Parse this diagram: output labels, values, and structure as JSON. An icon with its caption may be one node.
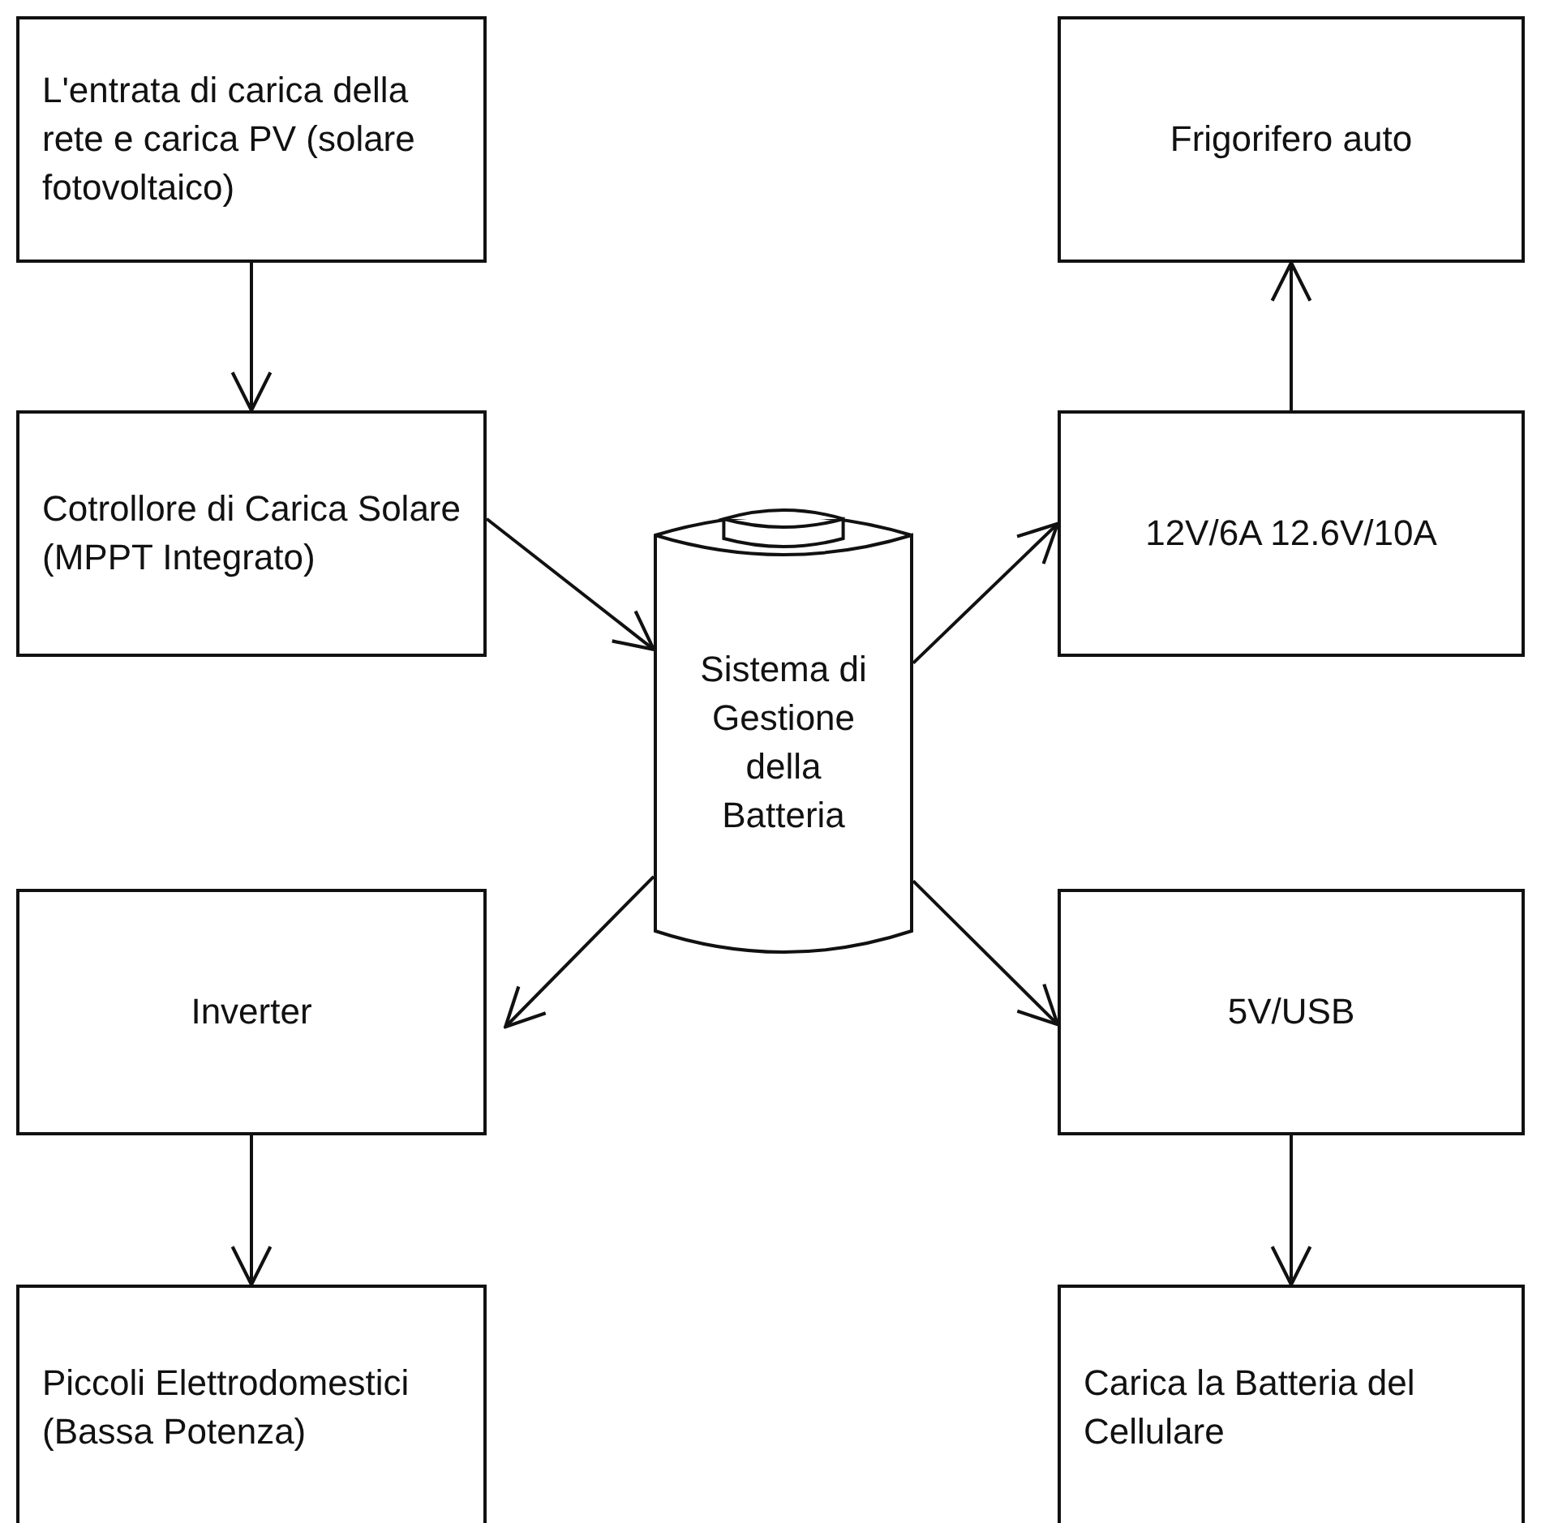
{
  "diagram": {
    "nodes": [
      {
        "text": [
          "L'entrata di carica della rete e carica PV (solare fotovoltaico)"
        ]
      },
      {
        "text": [
          "Cotrollore di Carica Solare (MPPT Integrato)"
        ]
      },
      {
        "text": [
          "Sistema di Gestione della Batteria"
        ]
      },
      {
        "text": [
          "Inverter"
        ]
      },
      {
        "text": [
          "Piccoli Elettrodomestici (Bassa Potenza)"
        ]
      },
      {
        "text": [
          "Frigorifero auto"
        ]
      },
      {
        "text": [
          "12V/6A 12.6V/10A"
        ]
      },
      {
        "text": [
          "5V/USB"
        ]
      },
      {
        "text": [
          "Carica la Batteria del Cellulare"
        ]
      }
    ],
    "edges": [
      {
        "from": 0,
        "to": 1,
        "arrow": "to"
      },
      {
        "from": 1,
        "to": 2,
        "arrow": "to"
      },
      {
        "from": 2,
        "to": 3,
        "arrow": "to"
      },
      {
        "from": 2,
        "to": 6,
        "arrow": "to"
      },
      {
        "from": 2,
        "to": 7,
        "arrow": "to"
      },
      {
        "from": 6,
        "to": 5,
        "arrow": "to"
      },
      {
        "from": 3,
        "to": 4,
        "arrow": "to"
      },
      {
        "from": 7,
        "to": 8,
        "arrow": "to"
      }
    ]
  }
}
